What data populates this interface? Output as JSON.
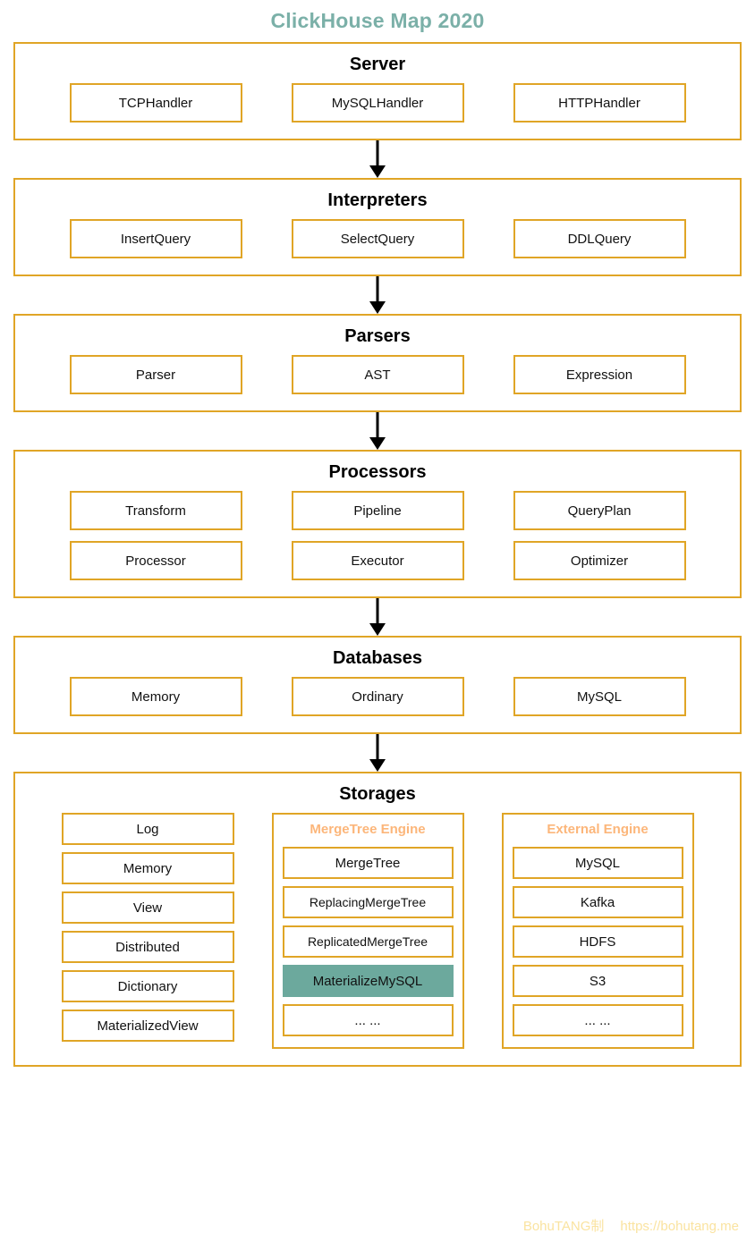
{
  "title": "ClickHouse Map 2020",
  "colors": {
    "title": "#7BB0A8",
    "border": "#E0A526",
    "group_title": "#FCB67A",
    "highlight": "#6CA99D",
    "footer": "#FAE3A0",
    "arrow": "#000000"
  },
  "layers": [
    {
      "name": "Server",
      "rows": [
        [
          "TCPHandler",
          "MySQLHandler",
          "HTTPHandler"
        ]
      ]
    },
    {
      "name": "Interpreters",
      "rows": [
        [
          "InsertQuery",
          "SelectQuery",
          "DDLQuery"
        ]
      ]
    },
    {
      "name": "Parsers",
      "rows": [
        [
          "Parser",
          "AST",
          "Expression"
        ]
      ]
    },
    {
      "name": "Processors",
      "rows": [
        [
          "Transform",
          "Pipeline",
          "QueryPlan"
        ],
        [
          "Processor",
          "Executor",
          "Optimizer"
        ]
      ]
    },
    {
      "name": "Databases",
      "rows": [
        [
          "Memory",
          "Ordinary",
          "MySQL"
        ]
      ]
    }
  ],
  "storages": {
    "name": "Storages",
    "plain_column": [
      "Log",
      "Memory",
      "View",
      "Distributed",
      "Dictionary",
      "MaterializedView"
    ],
    "groups": [
      {
        "title": "MergeTree Engine",
        "items": [
          {
            "label": "MergeTree",
            "highlight": false
          },
          {
            "label": "ReplacingMergeTree",
            "highlight": false
          },
          {
            "label": "ReplicatedMergeTree",
            "highlight": false
          },
          {
            "label": "MaterializeMySQL",
            "highlight": true
          },
          {
            "label": "... ...",
            "highlight": false
          }
        ]
      },
      {
        "title": "External Engine",
        "items": [
          {
            "label": "MySQL",
            "highlight": false
          },
          {
            "label": "Kafka",
            "highlight": false
          },
          {
            "label": "HDFS",
            "highlight": false
          },
          {
            "label": "S3",
            "highlight": false
          },
          {
            "label": "... ...",
            "highlight": false
          }
        ]
      }
    ]
  },
  "footer": {
    "author": "BohuTANG制",
    "url": "https://bohutang.me"
  }
}
